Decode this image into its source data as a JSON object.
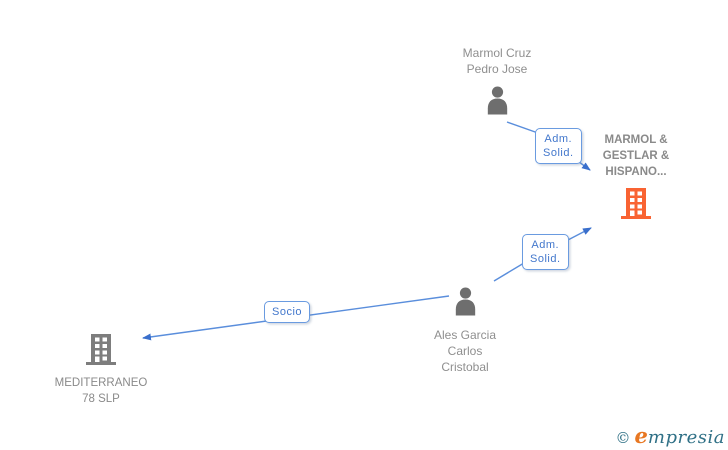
{
  "diagram": {
    "nodes": {
      "person_top": {
        "label": "Marmol Cruz\nPedro Jose",
        "type": "person"
      },
      "company_right": {
        "label": "MARMOL &\nGESTLAR &\nHISPANO...",
        "type": "company",
        "highlighted": true
      },
      "person_center": {
        "label": "Ales Garcia\nCarlos\nCristobal",
        "type": "person"
      },
      "company_left": {
        "label": "MEDITERRANEO\n78 SLP",
        "type": "company",
        "highlighted": false
      }
    },
    "edge_labels": {
      "adm_top": "Adm.\nSolid.",
      "adm_mid": "Adm.\nSolid.",
      "socio": "Socio"
    },
    "colors": {
      "edge_blue": "#5A8EDC",
      "arrow_blue": "#3A6FCC",
      "label_blue": "#4277CC",
      "label_border": "#6A9BE0",
      "node_gray": "#8F8F8F",
      "company_text": "#8A8A8A",
      "icon_gray": "#6E6E6E",
      "building_gray": "#7D7D7D",
      "building_orange": "#F96332",
      "logo_teal": "#2F7086",
      "logo_orange": "#E87722"
    },
    "watermark": {
      "copyright": "©",
      "brand_initial": "e",
      "brand_rest": "mpresia"
    }
  }
}
